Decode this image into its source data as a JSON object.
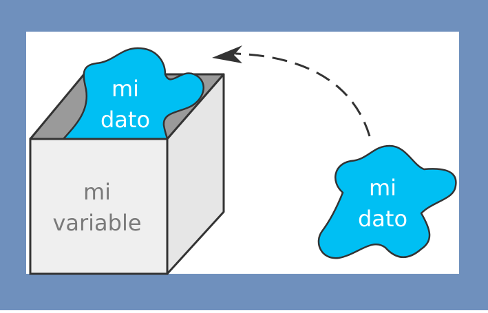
{
  "colors": {
    "frame": "#6f90bd",
    "panel": "#ffffff",
    "blob_fill": "#00bff3",
    "outline": "#333333",
    "box_front": "#efefef",
    "box_side": "#e6e6e6",
    "box_inner": "#9a9a9a",
    "box_label": "#7a7a7a",
    "blob_text": "#ffffff"
  },
  "box": {
    "label_line1": "mi",
    "label_line2": "variable"
  },
  "blob_in_box": {
    "label_line1": "mi",
    "label_line2": "dato"
  },
  "blob_outside": {
    "label_line1": "mi",
    "label_line2": "dato"
  },
  "arrow": {
    "style": "dashed",
    "direction": "from outside blob into the box"
  }
}
